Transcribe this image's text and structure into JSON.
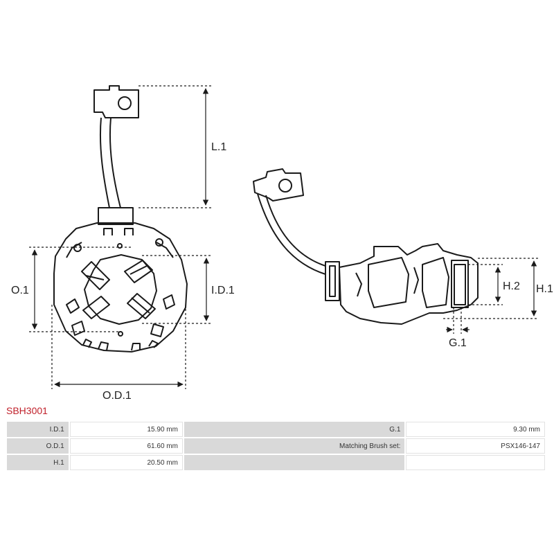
{
  "dimensions": {
    "L1": "L.1",
    "O1": "O.1",
    "ID1": "I.D.1",
    "OD1": "O.D.1",
    "H1": "H.1",
    "H2": "H.2",
    "G1": "G.1"
  },
  "part_number": "SBH3001",
  "specs": {
    "rows": [
      {
        "k1": "I.D.1",
        "v1": "15.90 mm",
        "k2": "G.1",
        "v2": "9.30 mm"
      },
      {
        "k1": "O.D.1",
        "v1": "61.60 mm",
        "k2": "Matching Brush set:",
        "v2": "PSX146-147"
      },
      {
        "k1": "H.1",
        "v1": "20.50 mm",
        "k2": "",
        "v2": ""
      }
    ]
  },
  "colors": {
    "part_number": "#c0202a",
    "key_cell": "#d9d9d9",
    "line": "#1a1a1a"
  }
}
